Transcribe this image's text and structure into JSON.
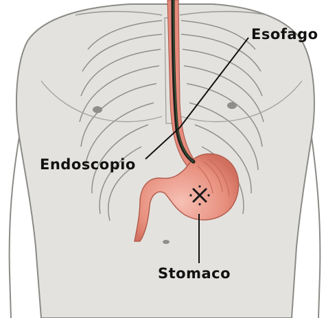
{
  "labels": {
    "esophagus": "Esofago",
    "endoscope": "Endoscopio",
    "stomach": "Stomaco"
  },
  "colors": {
    "background": "#ffffff",
    "body": "#e3e2de",
    "outline": "#8a8a86",
    "organ": "#e58a7c",
    "organ_light": "#f2b3a7",
    "endoscope": "#1e1e1e"
  }
}
